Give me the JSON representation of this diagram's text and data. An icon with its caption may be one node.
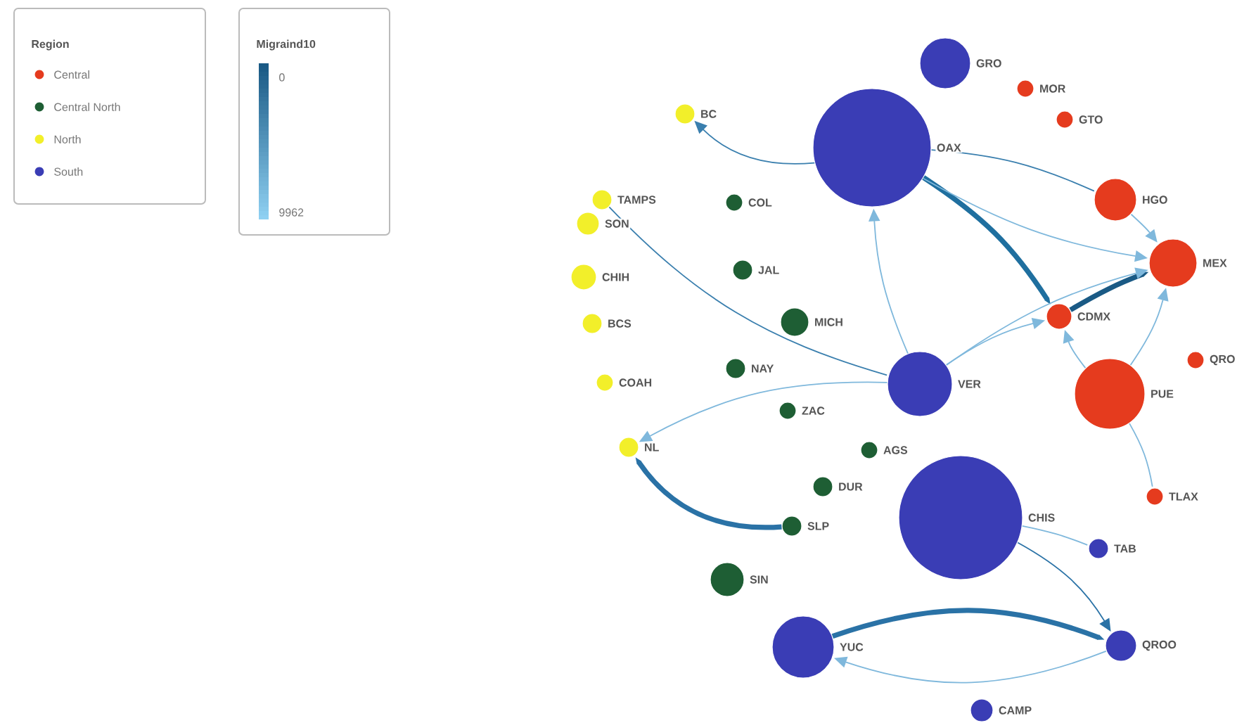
{
  "diagram": {
    "nodes": [
      {
        "text": [],
        "shape": "circle",
        "beside": [
          "GRO"
        ]
      },
      {
        "text": [],
        "shape": "circle",
        "beside": [
          "MOR"
        ]
      },
      {
        "text": [],
        "shape": "circle",
        "beside": [
          "GTO"
        ]
      },
      {
        "text": [],
        "shape": "circle",
        "beside": [
          "BC"
        ]
      },
      {
        "text": [],
        "shape": "circle",
        "beside": [
          "OAX"
        ]
      },
      {
        "text": [],
        "shape": "circle",
        "beside": [
          "HGO"
        ]
      },
      {
        "text": [],
        "shape": "circle",
        "beside": [
          "TAMPS"
        ]
      },
      {
        "text": [],
        "shape": "circle",
        "beside": [
          "COL"
        ]
      },
      {
        "text": [],
        "shape": "circle",
        "beside": [
          "SON"
        ]
      },
      {
        "text": [],
        "shape": "circle",
        "beside": [
          "MEX"
        ]
      },
      {
        "text": [],
        "shape": "circle",
        "beside": [
          "CHIH"
        ]
      },
      {
        "text": [],
        "shape": "circle",
        "beside": [
          "JAL"
        ]
      },
      {
        "text": [],
        "shape": "circle",
        "beside": [
          "CDMX"
        ]
      },
      {
        "text": [],
        "shape": "circle",
        "beside": [
          "BCS"
        ]
      },
      {
        "text": [],
        "shape": "circle",
        "beside": [
          "MICH"
        ]
      },
      {
        "text": [],
        "shape": "circle",
        "beside": [
          "QRO"
        ]
      },
      {
        "text": [],
        "shape": "circle",
        "beside": [
          "NAY"
        ]
      },
      {
        "text": [],
        "shape": "circle",
        "beside": [
          "COAH"
        ]
      },
      {
        "text": [],
        "shape": "circle",
        "beside": [
          "VER"
        ]
      },
      {
        "text": [],
        "shape": "circle",
        "beside": [
          "PUE"
        ]
      },
      {
        "text": [],
        "shape": "circle",
        "beside": [
          "ZAC"
        ]
      },
      {
        "text": [],
        "shape": "circle",
        "beside": [
          "NL"
        ]
      },
      {
        "text": [],
        "shape": "circle",
        "beside": [
          "AGS"
        ]
      },
      {
        "text": [],
        "shape": "circle",
        "beside": [
          "DUR"
        ]
      },
      {
        "text": [],
        "shape": "circle",
        "beside": [
          "TLAX"
        ]
      },
      {
        "text": [],
        "shape": "circle",
        "beside": [
          "CHIS"
        ]
      },
      {
        "text": [],
        "shape": "circle",
        "beside": [
          "SLP"
        ]
      },
      {
        "text": [],
        "shape": "circle",
        "beside": [
          "TAB"
        ]
      },
      {
        "text": [],
        "shape": "circle",
        "beside": [
          "SIN"
        ]
      },
      {
        "text": [],
        "shape": "circle",
        "beside": [
          "YUC"
        ]
      },
      {
        "text": [],
        "shape": "circle",
        "beside": [
          "QROO"
        ]
      },
      {
        "text": [],
        "shape": "circle",
        "beside": [
          "CAMP"
        ]
      }
    ],
    "edges": [
      {
        "from": 4,
        "to": 12,
        "arrow": "to",
        "style": "thick",
        "color": "#1f6f9f"
      },
      {
        "from": 12,
        "to": 9,
        "arrow": "to",
        "style": "thick",
        "color": "#1a5a85"
      },
      {
        "from": 4,
        "to": 9,
        "arrow": "to"
      },
      {
        "from": 4,
        "to": 5,
        "arrow": "none",
        "color": "#3a7fae"
      },
      {
        "from": 5,
        "to": 9,
        "arrow": "to"
      },
      {
        "from": 4,
        "to": 3,
        "arrow": "to",
        "color": "#3a7fae"
      },
      {
        "from": 18,
        "to": 12,
        "arrow": "to"
      },
      {
        "from": 18,
        "to": 9,
        "arrow": "to"
      },
      {
        "from": 19,
        "to": 12,
        "arrow": "to"
      },
      {
        "from": 19,
        "to": 9,
        "arrow": "to"
      },
      {
        "from": 18,
        "to": 4,
        "arrow": "to"
      },
      {
        "from": 18,
        "to": 21,
        "arrow": "to"
      },
      {
        "from": 6,
        "to": 18,
        "arrow": "none",
        "color": "#3a7fae"
      },
      {
        "from": 26,
        "to": 21,
        "arrow": "to",
        "style": "thick",
        "color": "#2a72a6"
      },
      {
        "from": 29,
        "to": 30,
        "arrow": "to",
        "style": "thick",
        "color": "#2a72a6"
      },
      {
        "from": 25,
        "to": 30,
        "arrow": "to",
        "color": "#2a72a6"
      },
      {
        "from": 30,
        "to": 29,
        "arrow": "to"
      },
      {
        "from": 19,
        "to": 24,
        "arrow": "none"
      },
      {
        "from": 25,
        "to": 27,
        "arrow": "none"
      }
    ],
    "labels": [
      "Region",
      "Migraind10",
      "0",
      "9962"
    ],
    "legend": [
      {
        "text": "Central",
        "color": "#e53b1e"
      },
      {
        "text": "Central North",
        "color": "#1e5e34"
      },
      {
        "text": "North",
        "color": "#f2ef2a"
      },
      {
        "text": "South",
        "color": "#3a3db5"
      }
    ]
  }
}
